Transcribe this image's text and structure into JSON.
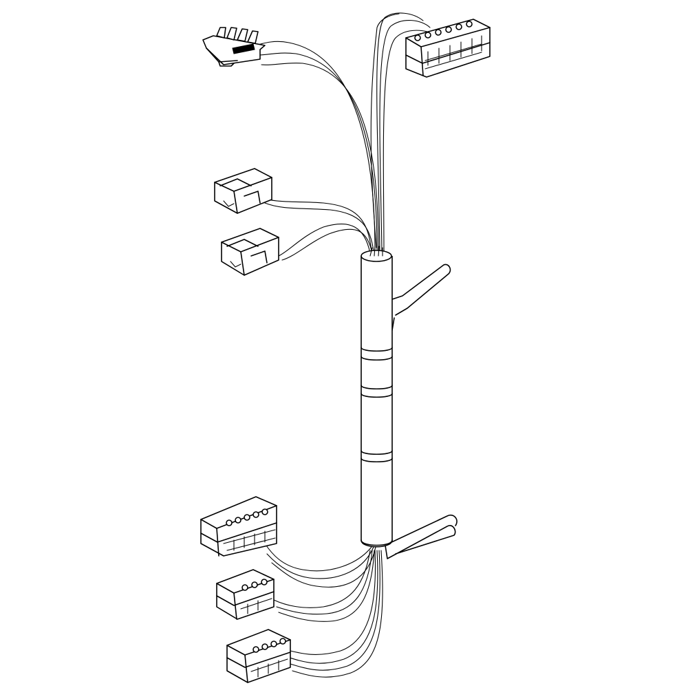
{
  "diagram": {
    "line_color": "#000000",
    "background_color": "#ffffff",
    "components": [
      {
        "id": "edge-card-connector",
        "pins": 0
      },
      {
        "id": "multi-pin-plug",
        "pins": 7
      },
      {
        "id": "two-pin-housing",
        "pins": 2
      },
      {
        "id": "two-pin-housing",
        "pins": 2
      },
      {
        "id": "six-pin-connector",
        "pins": 6
      },
      {
        "id": "three-pin-connector",
        "pins": 3
      },
      {
        "id": "four-pin-connector",
        "pins": 4
      }
    ],
    "sleeve_bands": 3
  }
}
